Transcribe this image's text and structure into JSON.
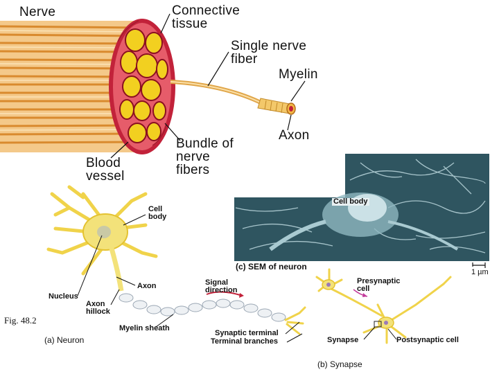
{
  "nerve_diagram": {
    "labels": {
      "nerve": "Nerve",
      "connective_tissue": "Connective\ntissue",
      "single_nerve_fiber": "Single nerve\nfiber",
      "myelin": "Myelin",
      "axon": "Axon",
      "bundle": "Bundle of\nnerve\nfibers",
      "blood_vessel": "Blood\nvessel"
    }
  },
  "sem_panel": {
    "cell_body_label": "Cell body",
    "caption": "(c) SEM of neuron",
    "scale_label": "1 µm"
  },
  "neuron_panel": {
    "labels": {
      "cell_body": "Cell\nbody",
      "axon": "Axon",
      "nucleus": "Nucleus",
      "axon_hillock": "Axon\nhillock",
      "signal_direction": "Signal\ndirection",
      "myelin_sheath": "Myelin sheath",
      "synaptic_terminal": "Synaptic terminal",
      "terminal_branches": "Terminal branches"
    },
    "caption": "(a) Neuron"
  },
  "synapse_panel": {
    "labels": {
      "presynaptic_cell": "Presynaptic\ncell",
      "synapse": "Synapse",
      "postsynaptic_cell": "Postsynaptic cell"
    },
    "caption": "(b) Synapse"
  },
  "figure_label": "Fig. 48.2",
  "colors": {
    "fiber_orange": "#e8a34a",
    "bundle_yellow": "#f2d020",
    "sheath_red": "#c2223a",
    "sem_teal": "#2f5560",
    "neuron_yellow": "#f3e27a"
  }
}
